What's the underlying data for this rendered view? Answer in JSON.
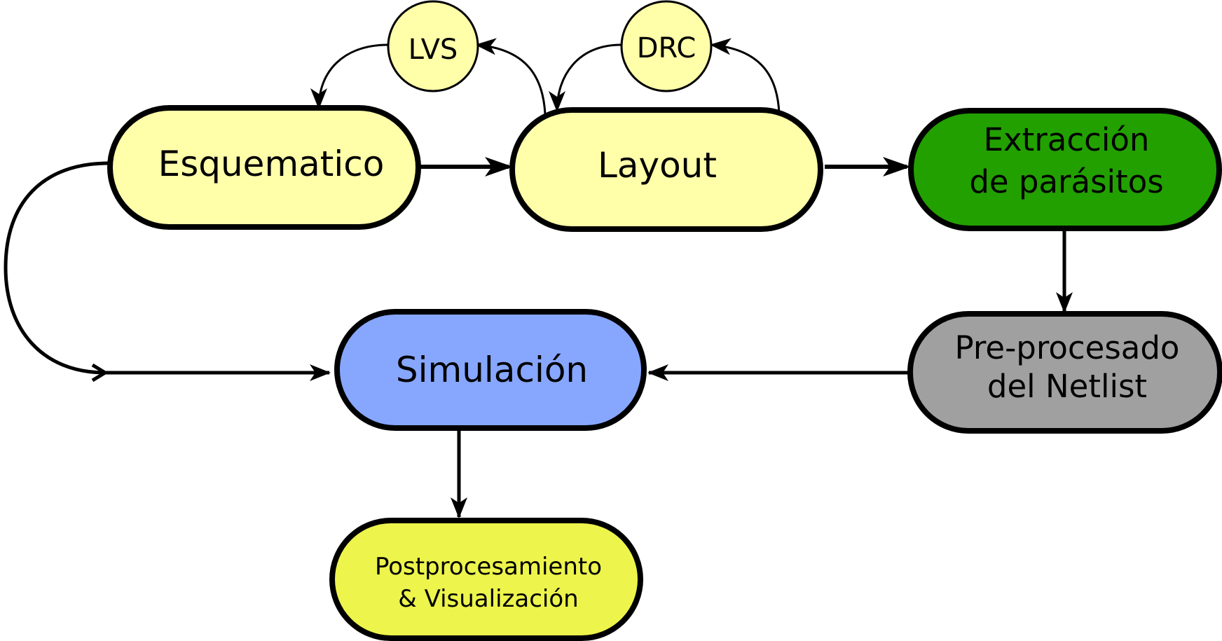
{
  "nodes": {
    "esquematico": {
      "label": "Esquematico",
      "fill": "#ffffaa"
    },
    "layout": {
      "label": "Layout",
      "fill": "#ffffaa"
    },
    "extraccion": {
      "line1": "Extracción",
      "line2": "de parásitos",
      "fill": "#22a000"
    },
    "preprocesado": {
      "line1": "Pre-procesado",
      "line2": "del Netlist",
      "fill": "#a0a0a0"
    },
    "simulacion": {
      "label": "Simulación",
      "fill": "#87a7ff"
    },
    "postprocesamiento": {
      "line1": "Postprocesamiento",
      "line2": "& Visualización",
      "fill": "#edf44c"
    },
    "lvs": {
      "label": "LVS",
      "fill": "#ffffaa"
    },
    "drc": {
      "label": "DRC",
      "fill": "#ffffaa"
    }
  },
  "colors": {
    "stroke": "#000000",
    "background": "#ffffff"
  }
}
